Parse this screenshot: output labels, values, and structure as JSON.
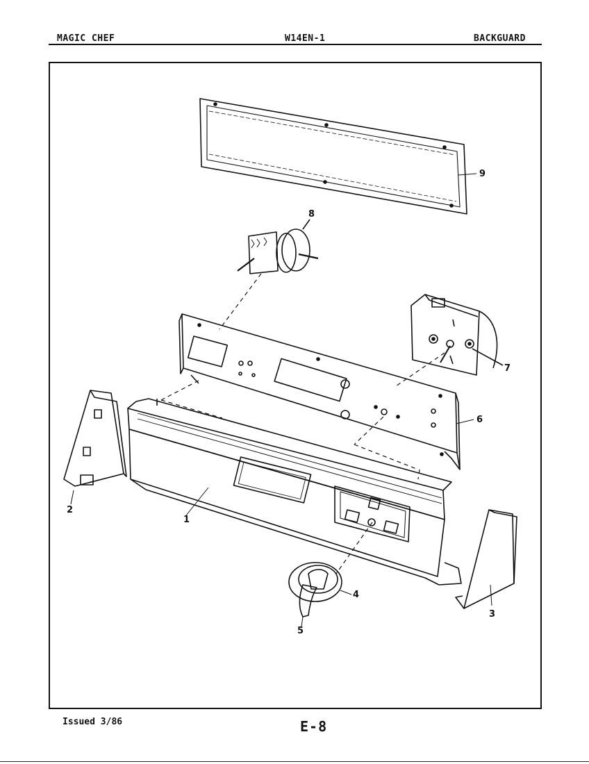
{
  "header": {
    "brand": "MAGIC CHEF",
    "model": "W14EN-1",
    "section": "BACKGUARD"
  },
  "footer": {
    "issued": "Issued 3/86",
    "page": "E-8"
  },
  "callouts": [
    "1",
    "2",
    "3",
    "4",
    "5",
    "6",
    "7",
    "8",
    "9"
  ]
}
